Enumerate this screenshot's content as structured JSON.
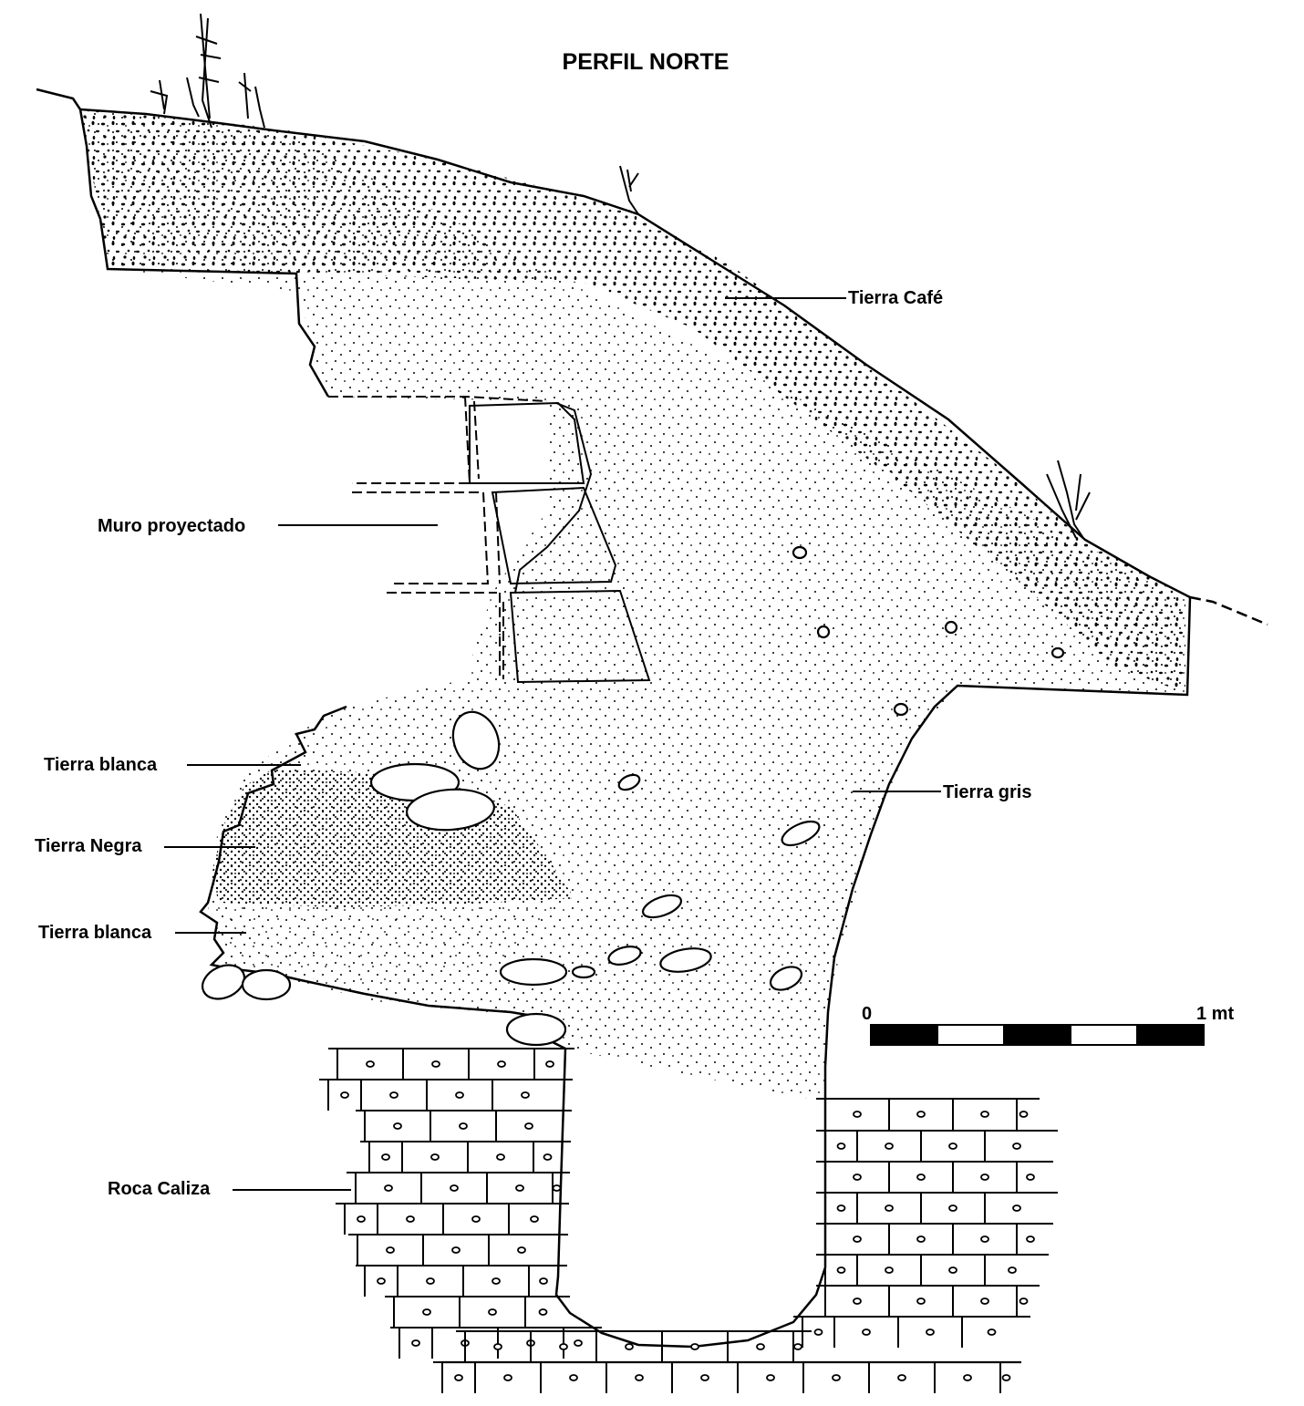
{
  "title": "PERFIL NORTE",
  "labels": {
    "tierra_cafe": "Tierra Café",
    "muro_proyectado": "Muro proyectado",
    "tierra_blanca_upper": "Tierra blanca",
    "tierra_gris": "Tierra gris",
    "tierra_negra": "Tierra Negra",
    "tierra_blanca_lower": "Tierra blanca",
    "roca_caliza": "Roca Caliza"
  },
  "scale_bar": {
    "start_label": "0",
    "end_label": "1 mt",
    "segments": 5
  },
  "colors": {
    "ink": "#000000",
    "paper": "#ffffff"
  }
}
